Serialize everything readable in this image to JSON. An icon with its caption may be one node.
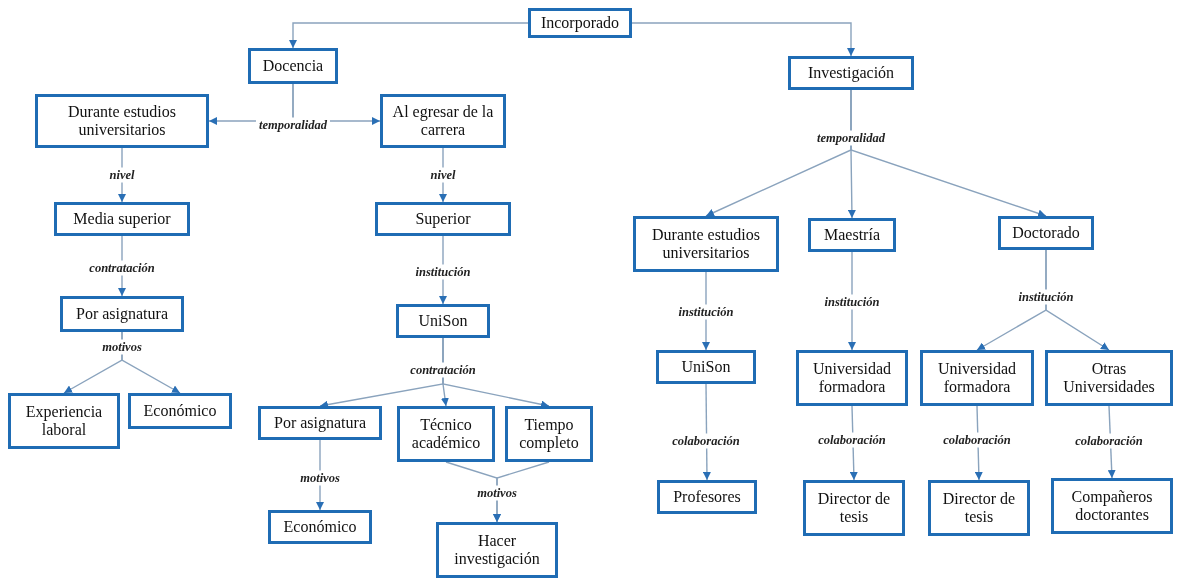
{
  "diagram": {
    "nodes": [
      {
        "text": [
          "Incorporado"
        ]
      },
      {
        "text": [
          "Docencia"
        ]
      },
      {
        "text": [
          "Investigación"
        ]
      },
      {
        "text": [
          "Durante estudios universitarios"
        ]
      },
      {
        "text": [
          "Al egresar de la carrera"
        ]
      },
      {
        "text": [
          "Media superior"
        ]
      },
      {
        "text": [
          "Superior"
        ]
      },
      {
        "text": [
          "Por asignatura"
        ]
      },
      {
        "text": [
          "UniSon"
        ]
      },
      {
        "text": [
          "Experiencia laboral"
        ]
      },
      {
        "text": [
          "Económico"
        ]
      },
      {
        "text": [
          "Por asignatura"
        ]
      },
      {
        "text": [
          "Técnico académico"
        ]
      },
      {
        "text": [
          "Tiempo completo"
        ]
      },
      {
        "text": [
          "Económico"
        ]
      },
      {
        "text": [
          "Hacer investigación"
        ]
      },
      {
        "text": [
          "Durante estudios universitarios"
        ]
      },
      {
        "text": [
          "Maestría"
        ]
      },
      {
        "text": [
          "Doctorado"
        ]
      },
      {
        "text": [
          "UniSon"
        ]
      },
      {
        "text": [
          "Universidad formadora"
        ]
      },
      {
        "text": [
          "Universidad formadora"
        ]
      },
      {
        "text": [
          "Otras Universidades"
        ]
      },
      {
        "text": [
          "Profesores"
        ]
      },
      {
        "text": [
          "Director de tesis"
        ]
      },
      {
        "text": [
          "Director de tesis"
        ]
      },
      {
        "text": [
          "Compañeros doctorantes"
        ]
      }
    ],
    "edges": [
      {
        "from": 0,
        "to": 1,
        "arrow": "to"
      },
      {
        "from": 0,
        "to": 2,
        "arrow": "to"
      },
      {
        "from": 1,
        "to": 3,
        "arrow": "to",
        "label": "temporalidad"
      },
      {
        "from": 1,
        "to": 4,
        "arrow": "to"
      },
      {
        "from": 3,
        "to": 5,
        "arrow": "to",
        "label": "nivel"
      },
      {
        "from": 4,
        "to": 6,
        "arrow": "to",
        "label": "nivel"
      },
      {
        "from": 5,
        "to": 7,
        "arrow": "to",
        "label": "contratación"
      },
      {
        "from": 6,
        "to": 8,
        "arrow": "to",
        "label": "institución"
      },
      {
        "from": 7,
        "to": 9,
        "arrow": "to",
        "label": "motivos"
      },
      {
        "from": 7,
        "to": 10,
        "arrow": "to"
      },
      {
        "from": 8,
        "to": 11,
        "arrow": "to",
        "label": "contratación"
      },
      {
        "from": 8,
        "to": 12,
        "arrow": "to"
      },
      {
        "from": 8,
        "to": 13,
        "arrow": "to"
      },
      {
        "from": 11,
        "to": 14,
        "arrow": "to",
        "label": "motivos"
      },
      {
        "from": 12,
        "to": 15,
        "arrow": "to",
        "label": "motivos"
      },
      {
        "from": 13,
        "to": 15,
        "arrow": "to"
      },
      {
        "from": 2,
        "to": 16,
        "arrow": "to",
        "label": "temporalidad"
      },
      {
        "from": 2,
        "to": 17,
        "arrow": "to"
      },
      {
        "from": 2,
        "to": 18,
        "arrow": "to"
      },
      {
        "from": 16,
        "to": 19,
        "arrow": "to",
        "label": "institución"
      },
      {
        "from": 17,
        "to": 20,
        "arrow": "to",
        "label": "institución"
      },
      {
        "from": 18,
        "to": 21,
        "arrow": "to",
        "label": "institución"
      },
      {
        "from": 18,
        "to": 22,
        "arrow": "to"
      },
      {
        "from": 19,
        "to": 23,
        "arrow": "to",
        "label": "colaboración"
      },
      {
        "from": 20,
        "to": 24,
        "arrow": "to",
        "label": "colaboración"
      },
      {
        "from": 21,
        "to": 25,
        "arrow": "to",
        "label": "colaboración"
      },
      {
        "from": 22,
        "to": 26,
        "arrow": "to",
        "label": "colaboración"
      }
    ]
  }
}
